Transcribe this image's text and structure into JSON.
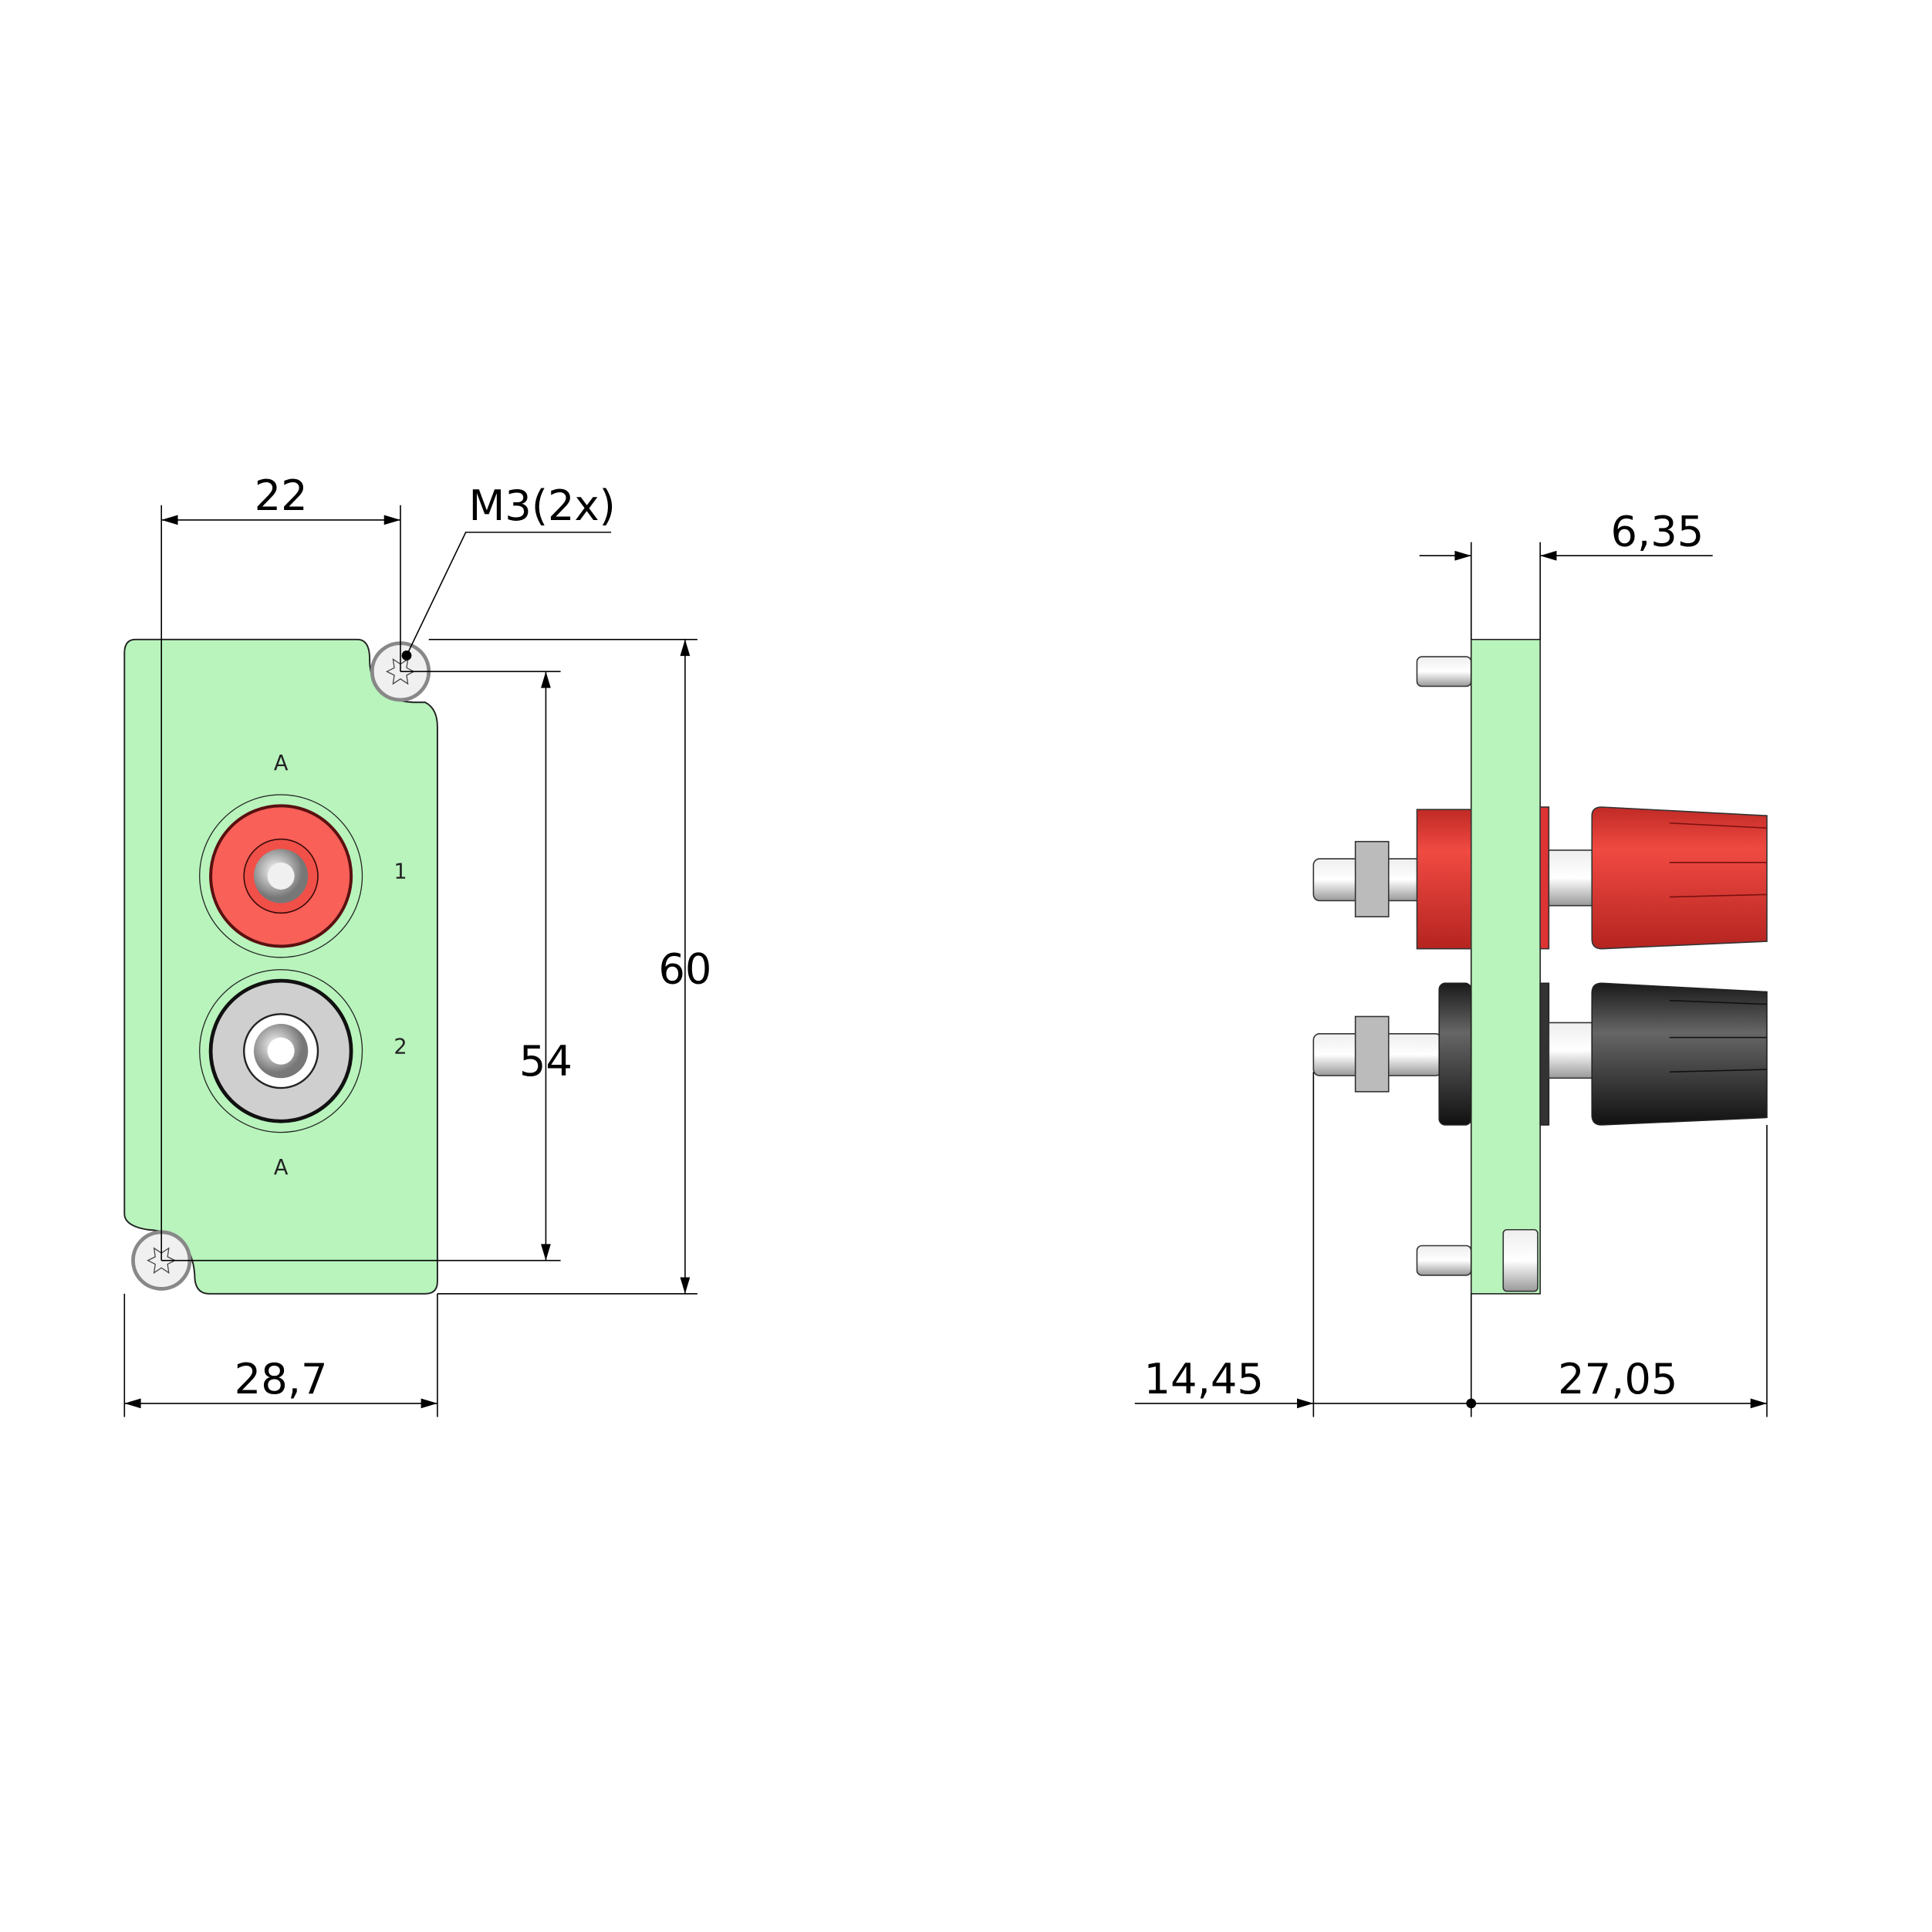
{
  "colors": {
    "plate": "#b8f4bc",
    "red": "#f04a42",
    "black": "#3a3a3a",
    "metal": "#d8d8d8"
  },
  "front_view": {
    "labels": {
      "top_a": "A",
      "bottom_a": "A",
      "jack_1": "1",
      "jack_2": "2"
    },
    "dimensions": {
      "hole_spacing_x": "22",
      "thread": "M3(2x)",
      "height": "60",
      "hole_spacing_y": "54",
      "width": "28,7"
    }
  },
  "side_view": {
    "dimensions": {
      "thickness": "6,35",
      "rear_depth": "14,45",
      "front_depth": "27,05"
    }
  }
}
